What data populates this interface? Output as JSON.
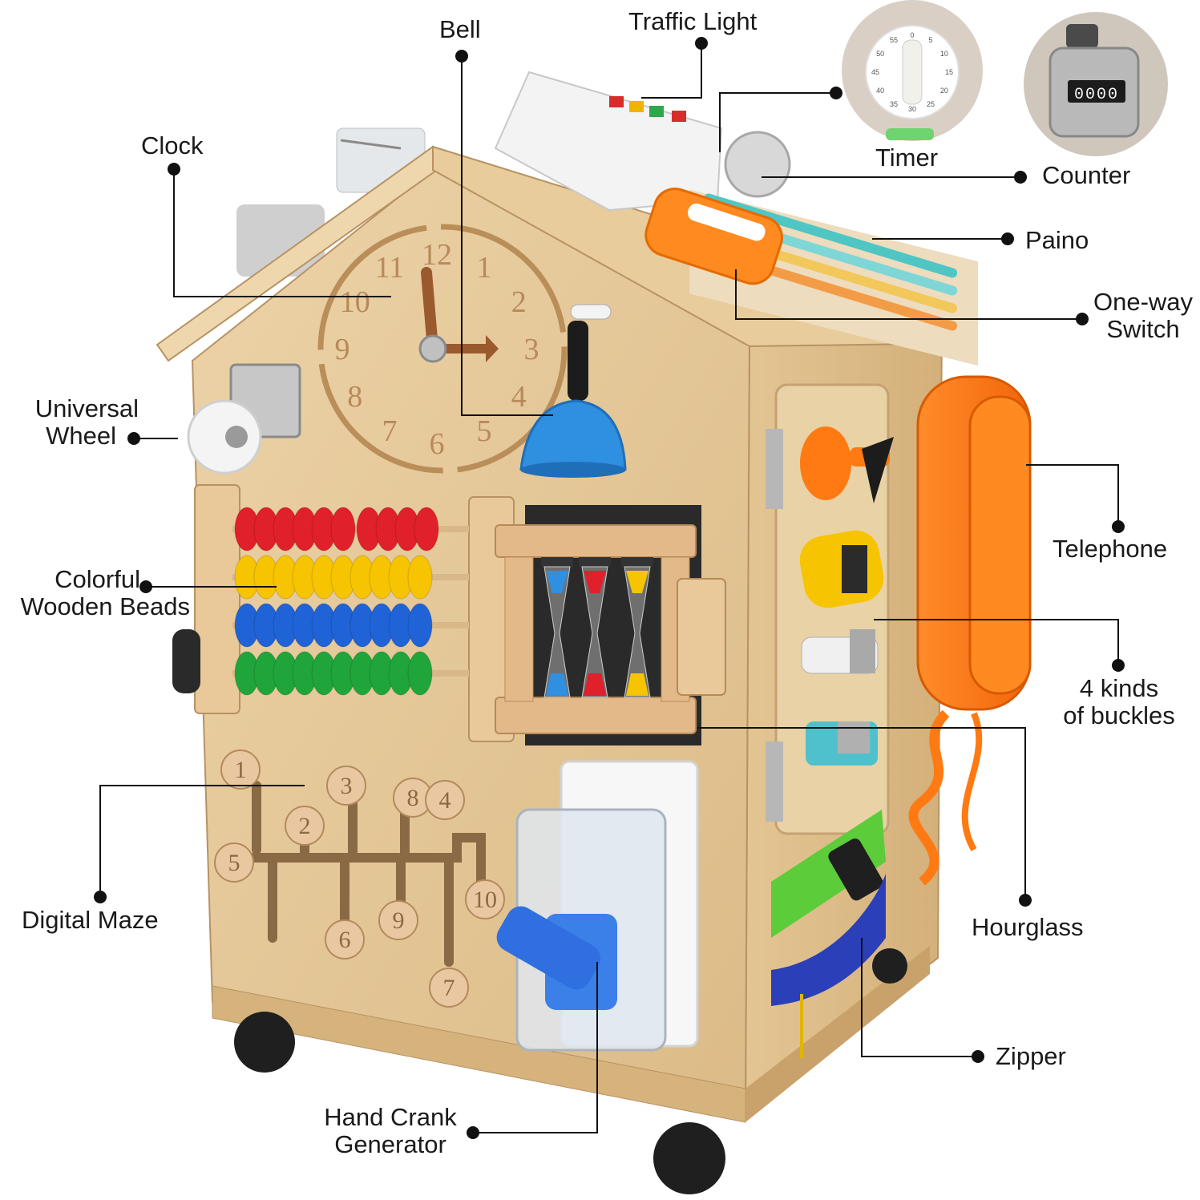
{
  "colors": {
    "wood": "#e7c99a",
    "wood_dark": "#c9a26b",
    "leader": "#111111",
    "red_bead": "#e0202a",
    "yellow_bead": "#f6c400",
    "blue_bead": "#1f63d6",
    "green_bead": "#1fa53a",
    "phone_orange": "#ff7a12",
    "bell_blue": "#2f8fe0",
    "zipper_blue": "#2b3fb8",
    "strap_green": "#5ccc3a"
  },
  "labels": {
    "bell": "Bell",
    "traffic_light": "Traffic Light",
    "timer": "Timer",
    "counter": "Counter",
    "clock": "Clock",
    "paino": "Paino",
    "one_way_switch": [
      "One-way",
      "Switch"
    ],
    "universal_wheel": [
      "Universal",
      "Wheel"
    ],
    "telephone": "Telephone",
    "colorful_wooden_beads": [
      "Colorful",
      "Wooden Beads"
    ],
    "four_kinds_of_buckles": [
      "4 kinds",
      "of buckles"
    ],
    "digital_maze": "Digital Maze",
    "hourglass": "Hourglass",
    "zipper": "Zipper",
    "hand_crank_generator": [
      "Hand Crank",
      "Generator"
    ]
  },
  "clock_numbers": [
    "12",
    "1",
    "2",
    "3",
    "4",
    "5",
    "6",
    "7",
    "8",
    "9",
    "10",
    "11"
  ],
  "timer_numbers": [
    "0",
    "5",
    "10",
    "15",
    "20",
    "25",
    "30",
    "35",
    "40",
    "45",
    "50",
    "55"
  ],
  "counter_digits": "0000",
  "maze_numbers": [
    "1",
    "3",
    "8",
    "4",
    "2",
    "5",
    "10",
    "9",
    "6",
    "7"
  ]
}
